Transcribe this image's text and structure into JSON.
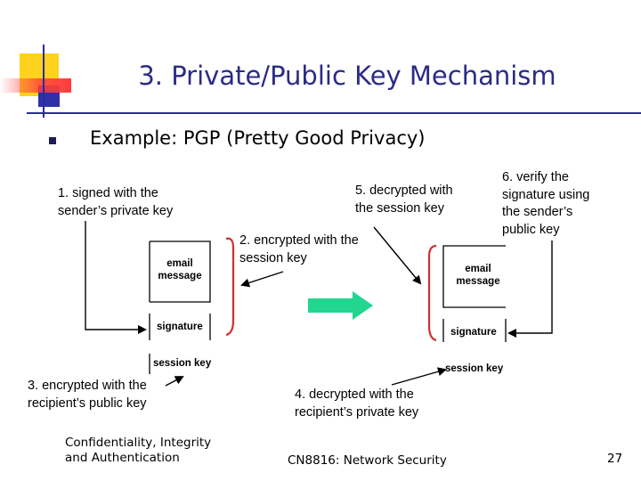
{
  "slide": {
    "title": "3. Private/Public Key Mechanism",
    "bullet": "Example: PGP (Pretty Good Privacy)",
    "footer_left": "Confidentiality, Integrity and Authentication",
    "footer_center": "CN8816: Network Security",
    "page_number": "27"
  },
  "colors": {
    "title": "#2b2b86",
    "bracket": "#d03030",
    "arrow": "#22d68f",
    "deco_yellow": "#ffd21e",
    "deco_red": "#ff3a3a",
    "deco_blue": "#2a2aa0"
  },
  "diagram": {
    "steps": {
      "s1": "1. signed with the sender’s private key",
      "s2": "2. encrypted with the session key",
      "s3": "3. encrypted with the recipient’s public key",
      "s4": "4. decrypted with the recipient’s private key",
      "s5": "5. decrypted with the session key",
      "s6": "6. verify the signature using the sender’s public key"
    },
    "left_package": {
      "message": "email message",
      "signature": "signature",
      "session_key": "session key"
    },
    "right_package": {
      "message": "email message",
      "signature": "signature",
      "session_key": "session key"
    }
  }
}
